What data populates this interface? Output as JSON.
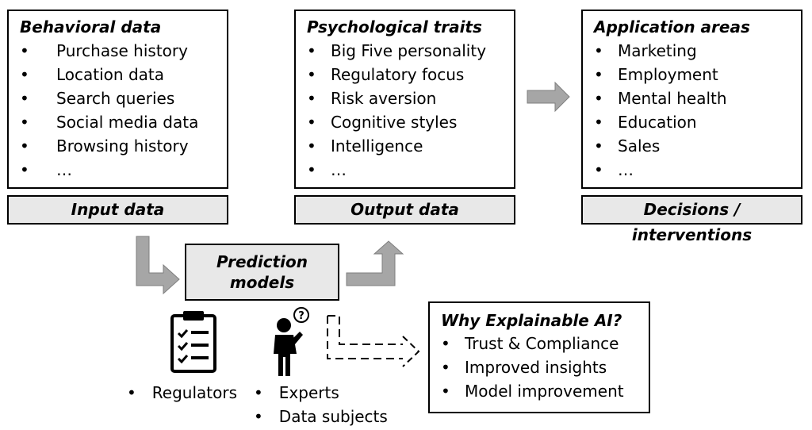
{
  "input_box": {
    "title": "Behavioral data",
    "items": [
      "Purchase history",
      "Location data",
      "Search queries",
      "Social media data",
      "Browsing history",
      "…"
    ],
    "label": "Input data"
  },
  "output_box": {
    "title": "Psychological traits",
    "items": [
      "Big Five personality",
      "Regulatory focus",
      "Risk aversion",
      "Cognitive styles",
      "Intelligence",
      "…"
    ],
    "label": "Output data"
  },
  "application_box": {
    "title": "Application areas",
    "items": [
      "Marketing",
      "Employment",
      "Mental health",
      "Education",
      "Sales",
      "…"
    ],
    "label": "Decisions / interventions"
  },
  "prediction_models": {
    "line1": "Prediction",
    "line2": "models"
  },
  "stakeholders": {
    "regulators": "Regulators",
    "experts": "Experts",
    "data_subjects": "Data subjects"
  },
  "xai_box": {
    "title": "Why Explainable AI?",
    "items": [
      "Trust & Compliance",
      "Improved insights",
      "Model improvement"
    ]
  },
  "colors": {
    "arrow_fill": "#a6a6a6",
    "label_bg": "#e8e8e8",
    "border": "#000000"
  },
  "icons": [
    "clipboard-checklist-icon",
    "thinking-person-icon",
    "question-mark-icon",
    "bullet-icon"
  ]
}
